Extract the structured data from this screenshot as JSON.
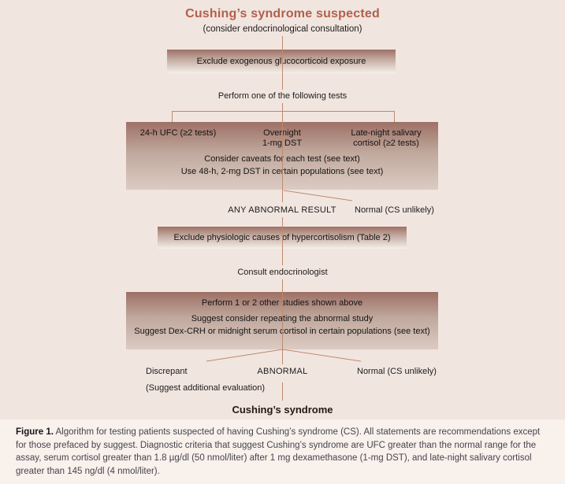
{
  "flow": {
    "title": "Cushing’s syndrome suspected",
    "subtitle": "(consider endocrinological consultation)",
    "exclude_exogenous": "Exclude exogenous glucocorticoid exposure",
    "perform_label": "Perform one of the following tests",
    "tests_box": {
      "col1": "24-h UFC (≥2 tests)",
      "col2": "Overnight\n1-mg DST",
      "col3": "Late-night salivary\ncortisol (≥2 tests)",
      "note1": "Consider caveats for each test (see text)",
      "note2": "Use 48-h, 2-mg DST in certain populations (see text)"
    },
    "branch1": {
      "abnormal": "ANY ABNORMAL RESULT",
      "normal": "Normal (CS unlikely)"
    },
    "exclude_physiologic": "Exclude physiologic causes of hypercortisolism (Table 2)",
    "consult": "Consult endocrinologist",
    "studies_box": {
      "line1": "Perform 1 or 2 other studies shown above",
      "line2": "Suggest consider repeating the abnormal study",
      "line3": "Suggest Dex-CRH or midnight serum cortisol in certain populations (see text)"
    },
    "branch2": {
      "discrepant": "Discrepant",
      "discrepant_note": "(Suggest additional evaluation)",
      "abnormal": "ABNORMAL",
      "normal": "Normal (CS unlikely)"
    },
    "final": "Cushing’s syndrome"
  },
  "caption": {
    "label": "Figure 1.",
    "text": "Algorithm for testing patients suspected of having Cushing’s syndrome (CS). All statements are recommendations except for those prefaced by suggest. Diagnostic criteria that suggest Cushing’s syndrome are UFC greater than the normal range for the assay, serum cortisol greater than 1.8 µg/dl (50 nmol/liter) after 1 mg dexamethasone (1-mg DST), and late-night salivary cortisol greater than 145 ng/dl (4 nmol/liter)."
  },
  "colors": {
    "accent_title": "#b1604b",
    "connector": "#bd8a70",
    "box_gradient_top": "#9e7065",
    "panel_bg": "#f1e5df"
  }
}
